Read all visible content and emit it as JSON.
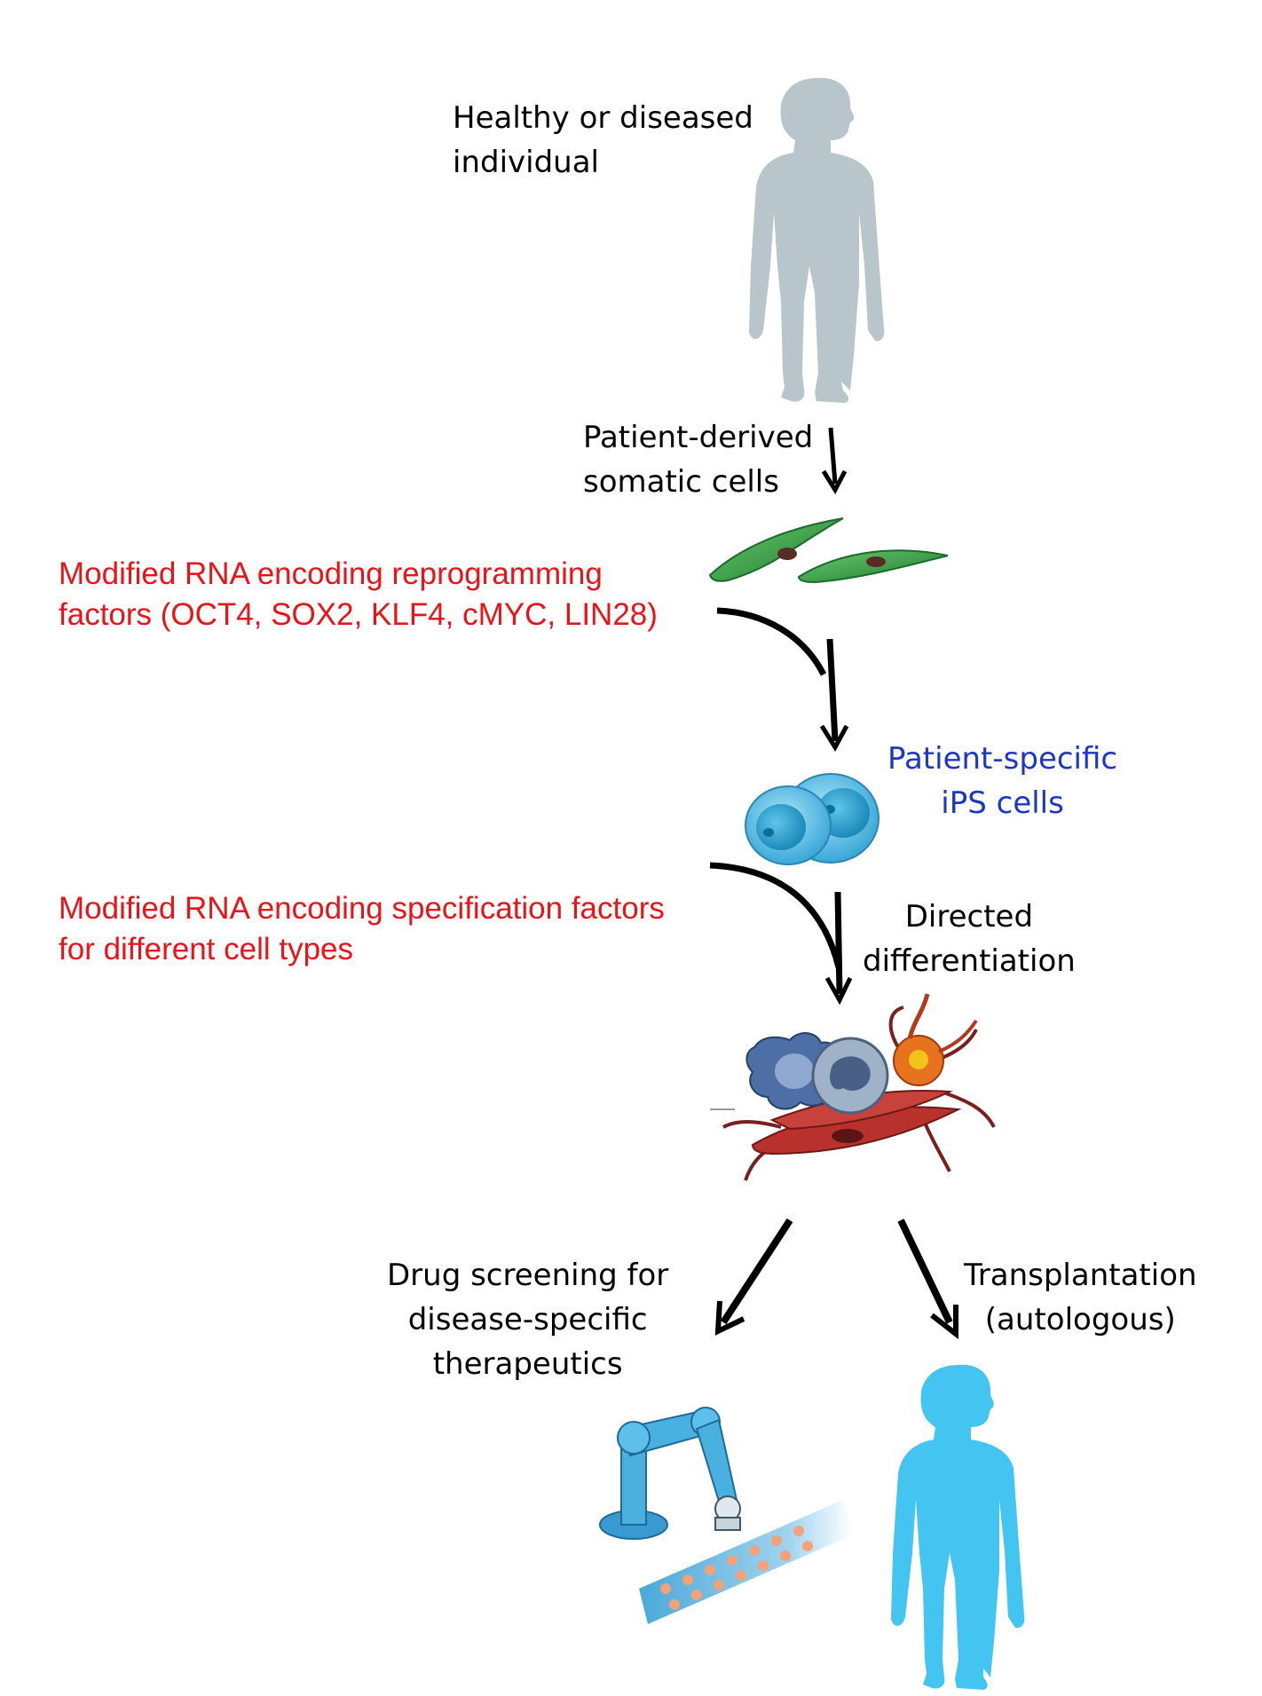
{
  "colors": {
    "red_text": "#e8141a",
    "blue_text": "#1c36c8",
    "black_text": "#000000",
    "gray_person": "#b8c6cc",
    "blue_person": "#44c4f0",
    "green_cells": "#2e9a44",
    "ips_cells": "#5cc3ea"
  },
  "labels": {
    "individual": "Healthy or diseased\nindividual",
    "somatic": "Patient-derived\nsomatic cells",
    "reprogramming": "Modified RNA encoding reprogramming\nfactors (OCT4, SOX2, KLF4, cMYC, LIN28)",
    "ips": "Patient-specific\niPS cells",
    "specification": "Modified RNA encoding specification factors\nfor different cell types",
    "directed": "Directed\ndifferentiation",
    "drug": "Drug screening for\ndisease-specific\ntherapeutics",
    "transplant": "Transplantation\n(autologous)"
  },
  "icons": [
    "gray-person-icon",
    "green-somatic-cells-icon",
    "ips-cells-icon",
    "differentiated-cells-icon",
    "robot-arm-icon",
    "blue-person-icon"
  ]
}
